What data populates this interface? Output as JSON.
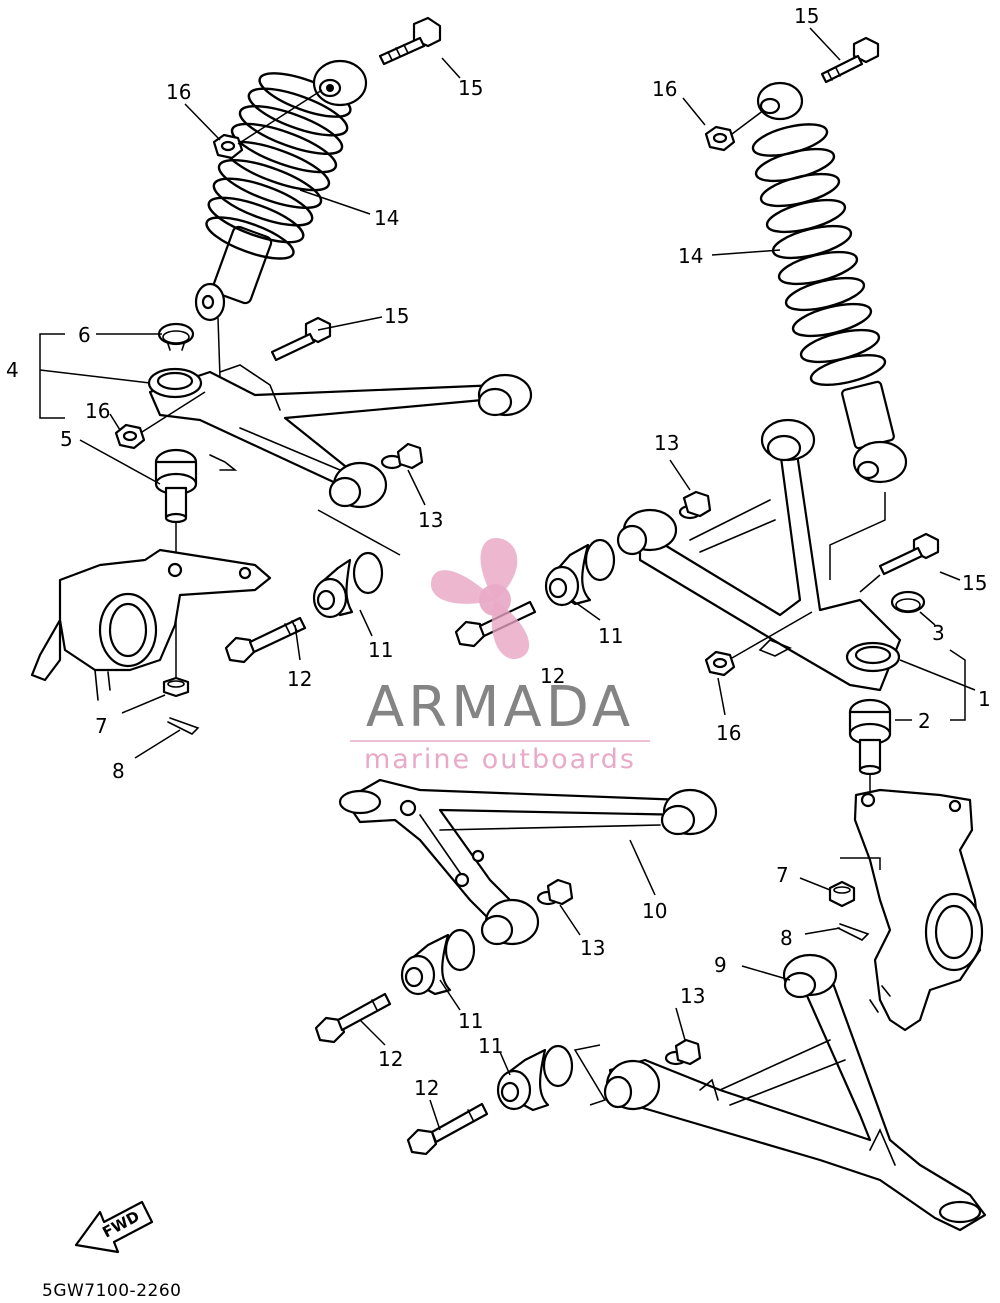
{
  "diagram": {
    "drawing_code": "5GW7100-2260",
    "direction_label": "FWD",
    "callouts": {
      "c1": "1",
      "c2": "2",
      "c3": "3",
      "c4": "4",
      "c5": "5",
      "c6": "6",
      "c7a": "7",
      "c7b": "8",
      "c8a": "8",
      "c8b": "7",
      "c9": "9",
      "c10": "10",
      "c11a": "11",
      "c11b": "11",
      "c11c": "11",
      "c11d": "11",
      "c12a": "12",
      "c12b": "12",
      "c12c": "12",
      "c12d": "12",
      "c13a": "13",
      "c13b": "13",
      "c13c": "13",
      "c13d": "13",
      "c14a": "14",
      "c14b": "14",
      "c15a": "15",
      "c15b": "15",
      "c15c": "15",
      "c15d": "15",
      "c16a": "16",
      "c16b": "16",
      "c16c": "16",
      "c16d": "16"
    }
  },
  "watermark": {
    "brand": "ARMADA",
    "tagline": "marine outboards",
    "brand_color": "#7a7a7a",
    "accent_color": "#e7a3c3"
  }
}
